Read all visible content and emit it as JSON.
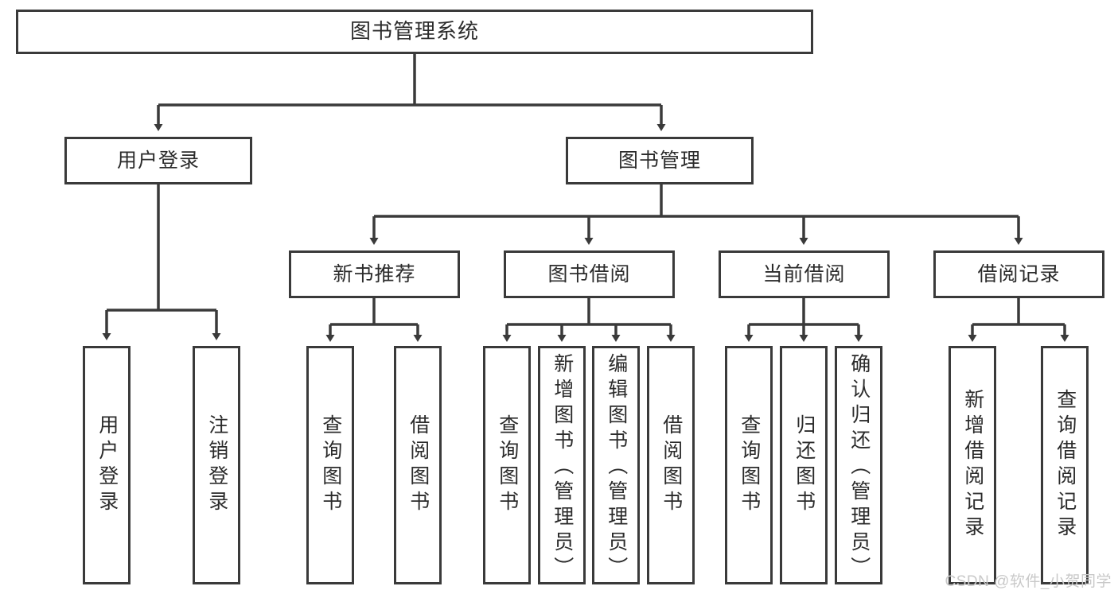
{
  "diagram": {
    "title": "图书管理系统",
    "watermark": "CSDN @软件_小贺同学",
    "colors": {
      "box_border": "#3a3a3a",
      "edge": "#3a3a3a",
      "text": "#2b2b2b",
      "background": "#ffffff",
      "watermark": "#c9c9c9"
    },
    "levels": {
      "root": {
        "label": "图书管理系统"
      },
      "level2": [
        {
          "label": "用户登录"
        },
        {
          "label": "图书管理"
        }
      ],
      "level3": [
        {
          "label": "新书推荐"
        },
        {
          "label": "图书借阅"
        },
        {
          "label": "当前借阅"
        },
        {
          "label": "借阅记录"
        }
      ],
      "leaves": [
        {
          "label": "用户登录",
          "parent": "用户登录"
        },
        {
          "label": "注销登录",
          "parent": "用户登录"
        },
        {
          "label": "查询图书",
          "parent": "新书推荐"
        },
        {
          "label": "借阅图书",
          "parent": "新书推荐"
        },
        {
          "label": "查询图书",
          "parent": "图书借阅"
        },
        {
          "label": "新增图书（管理员）",
          "parent": "图书借阅"
        },
        {
          "label": "编辑图书（管理员）",
          "parent": "图书借阅"
        },
        {
          "label": "借阅图书",
          "parent": "图书借阅"
        },
        {
          "label": "查询图书",
          "parent": "当前借阅"
        },
        {
          "label": "归还图书",
          "parent": "当前借阅"
        },
        {
          "label": "确认归还（管理员）",
          "parent": "当前借阅"
        },
        {
          "label": "新增借阅记录",
          "parent": "借阅记录"
        },
        {
          "label": "查询借阅记录",
          "parent": "借阅记录"
        }
      ]
    }
  }
}
